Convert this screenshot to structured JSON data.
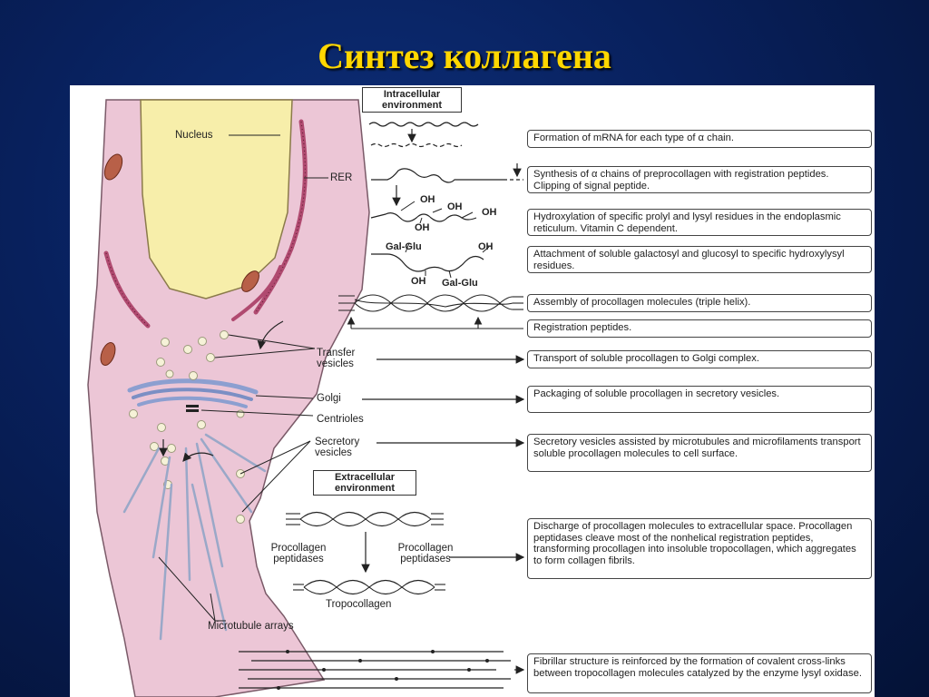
{
  "slide": {
    "title": "Синтез коллагена"
  },
  "environment": {
    "intracellular": "Intracellular environment",
    "extracellular": "Extracellular environment"
  },
  "cell_labels": {
    "nucleus": "Nucleus",
    "rer": "RER",
    "transfer_vesicles": "Transfer vesicles",
    "golgi": "Golgi",
    "centrioles": "Centrioles",
    "secretory_vesicles": "Secretory vesicles",
    "microtubule_arrays": "Microtubule arrays"
  },
  "chemistry": {
    "oh1": "OH",
    "oh2": "OH",
    "oh3": "OH",
    "oh4": "OH",
    "oh5": "OH",
    "oh6": "OH",
    "galglu1": "Gal-Glu",
    "galglu2": "Gal-Glu",
    "procollagen_peptidases_left": "Procollagen peptidases",
    "procollagen_peptidases_right": "Procollagen peptidases",
    "tropocollagen": "Tropocollagen"
  },
  "steps": [
    "Formation of mRNA for each type of α chain.",
    "Synthesis of α chains of preprocollagen with registration peptides. Clipping of signal peptide.",
    "Hydroxylation of specific prolyl and lysyl residues in the endoplasmic reticulum. Vitamin C dependent.",
    "Attachment of soluble galactosyl and glucosyl to specific hydroxylysyl residues.",
    "Assembly of procollagen molecules (triple helix).",
    "Registration peptides.",
    "Transport of soluble procollagen to Golgi complex.",
    "Packaging of soluble procollagen in secretory vesicles.",
    "Secretory vesicles assisted by microtubules and microfilaments transport soluble procollagen molecules to cell surface.",
    "Discharge of procollagen molecules to extracellular space. Procollagen peptidases cleave most of the nonhelical registration peptides, transforming procollagen into insoluble tropocollagen, which aggregates to form collagen fibrils.",
    "Fibrillar structure is reinforced by the formation of covalent cross-links between tropocollagen molecules catalyzed by the enzyme lysyl oxidase."
  ],
  "colors": {
    "background": "#08205c",
    "title": "#ffd700",
    "cytoplasm": "#ecc6d6",
    "nucleus": "#f7eeaa",
    "rer": "#b04a70",
    "mitochondrion": "#b86048",
    "golgi": "#8c9fd0"
  }
}
